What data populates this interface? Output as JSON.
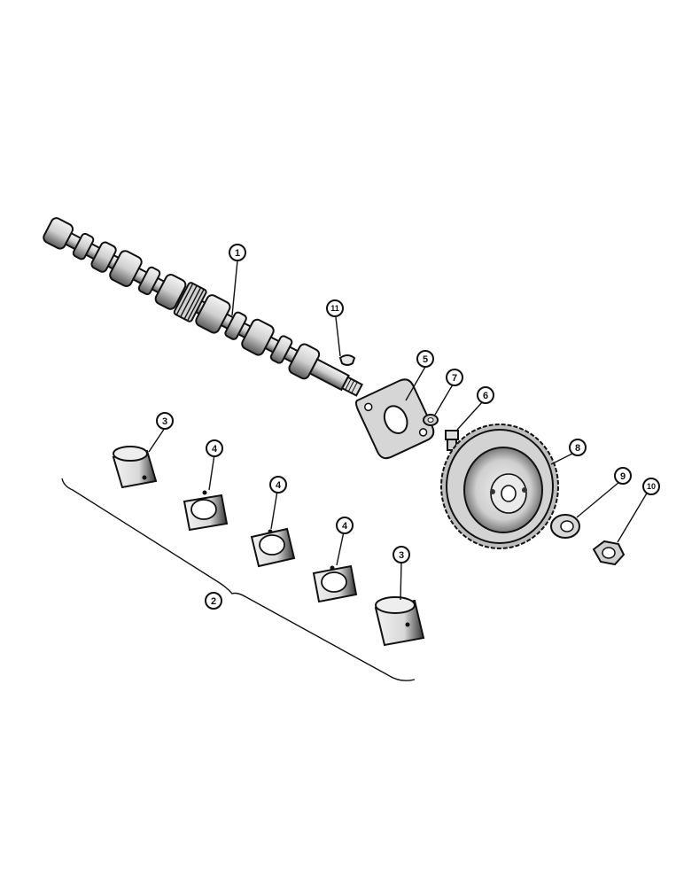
{
  "callouts": [
    {
      "id": "c1",
      "label": "1",
      "part": "camshaft"
    },
    {
      "id": "c2",
      "label": "2",
      "part": "bearing-set"
    },
    {
      "id": "c3a",
      "label": "3",
      "part": "front-bearing"
    },
    {
      "id": "c3b",
      "label": "3",
      "part": "rear-bearing"
    },
    {
      "id": "c4a",
      "label": "4",
      "part": "intermediate-bearing"
    },
    {
      "id": "c4b",
      "label": "4",
      "part": "intermediate-bearing"
    },
    {
      "id": "c4c",
      "label": "4",
      "part": "intermediate-bearing"
    },
    {
      "id": "c5",
      "label": "5",
      "part": "thrust-plate"
    },
    {
      "id": "c6",
      "label": "6",
      "part": "bolt"
    },
    {
      "id": "c7",
      "label": "7",
      "part": "lock-washer"
    },
    {
      "id": "c8",
      "label": "8",
      "part": "camshaft-gear"
    },
    {
      "id": "c9",
      "label": "9",
      "part": "washer"
    },
    {
      "id": "c10",
      "label": "10",
      "part": "nut"
    },
    {
      "id": "c11",
      "label": "11",
      "part": "woodruff-key"
    }
  ],
  "colors": {
    "ink": "#111111",
    "shade": "#444444",
    "light": "#e8e8e8",
    "paper": "#ffffff"
  }
}
